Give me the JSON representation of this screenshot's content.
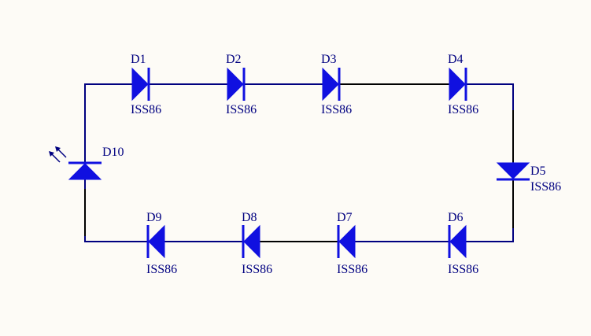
{
  "colors": {
    "background": "#FDFBF6",
    "wire": "#000080",
    "diode": "#1010E0",
    "label": "#000080"
  },
  "components": [
    {
      "ref": "D1",
      "value": "ISS86"
    },
    {
      "ref": "D2",
      "value": "ISS86"
    },
    {
      "ref": "D3",
      "value": "ISS86"
    },
    {
      "ref": "D4",
      "value": "ISS86"
    },
    {
      "ref": "D5",
      "value": "ISS86"
    },
    {
      "ref": "D6",
      "value": "ISS86"
    },
    {
      "ref": "D7",
      "value": "ISS86"
    },
    {
      "ref": "D8",
      "value": "ISS86"
    },
    {
      "ref": "D9",
      "value": "ISS86"
    },
    {
      "ref": "D10",
      "value": "",
      "type": "led"
    }
  ]
}
